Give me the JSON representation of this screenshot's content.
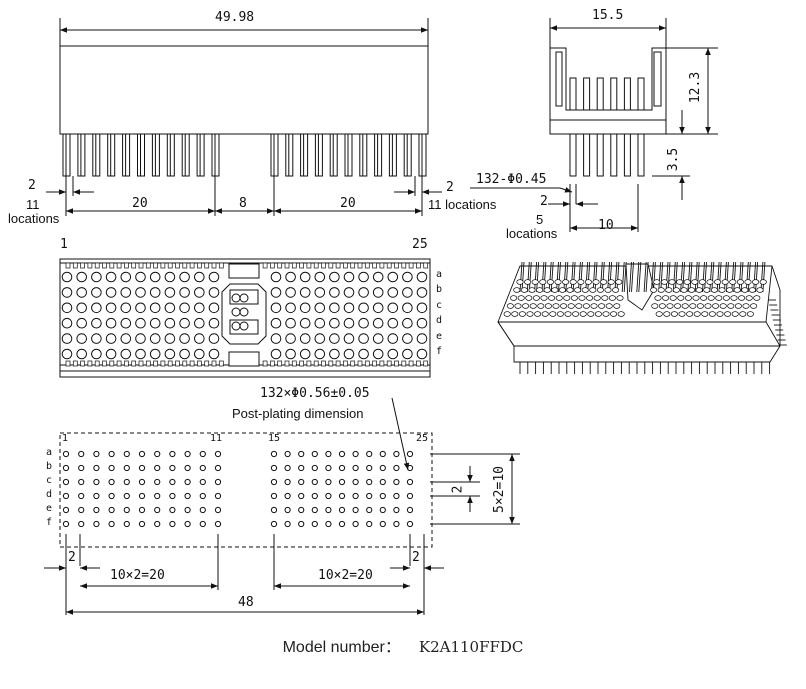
{
  "front_view": {
    "width_dim": "49.98",
    "pitch_left": "2",
    "count_left": "11",
    "locations_left": "locations",
    "span_left": "20",
    "gap": "8",
    "span_right": "20",
    "pitch_right": "2",
    "count_right": "11 locations"
  },
  "side_view": {
    "width_dim": "15.5",
    "height_dim": "12.3",
    "pin_len": "3.5",
    "pin_spec": "132-Φ0.45",
    "pitch": "2",
    "count": "5",
    "locations": "locations",
    "span": "10"
  },
  "top_view": {
    "col_first": "1",
    "col_last": "25",
    "rows": [
      "a",
      "b",
      "c",
      "d",
      "e",
      "f"
    ]
  },
  "footprint": {
    "hole_spec": "132×Φ0.56±0.05",
    "plating_note": "Post-plating dimension",
    "col_labels": [
      "1",
      "11",
      "15",
      "25"
    ],
    "rows": [
      "a",
      "b",
      "c",
      "d",
      "e",
      "f"
    ],
    "pitch_left": "2",
    "span_left": "10×2=20",
    "span_right": "10×2=20",
    "pitch_right": "2",
    "total": "48",
    "row_pitch": "2",
    "row_span": "5×2=10"
  },
  "model": {
    "label": "Model number：",
    "value": "K2A110FFDC"
  }
}
